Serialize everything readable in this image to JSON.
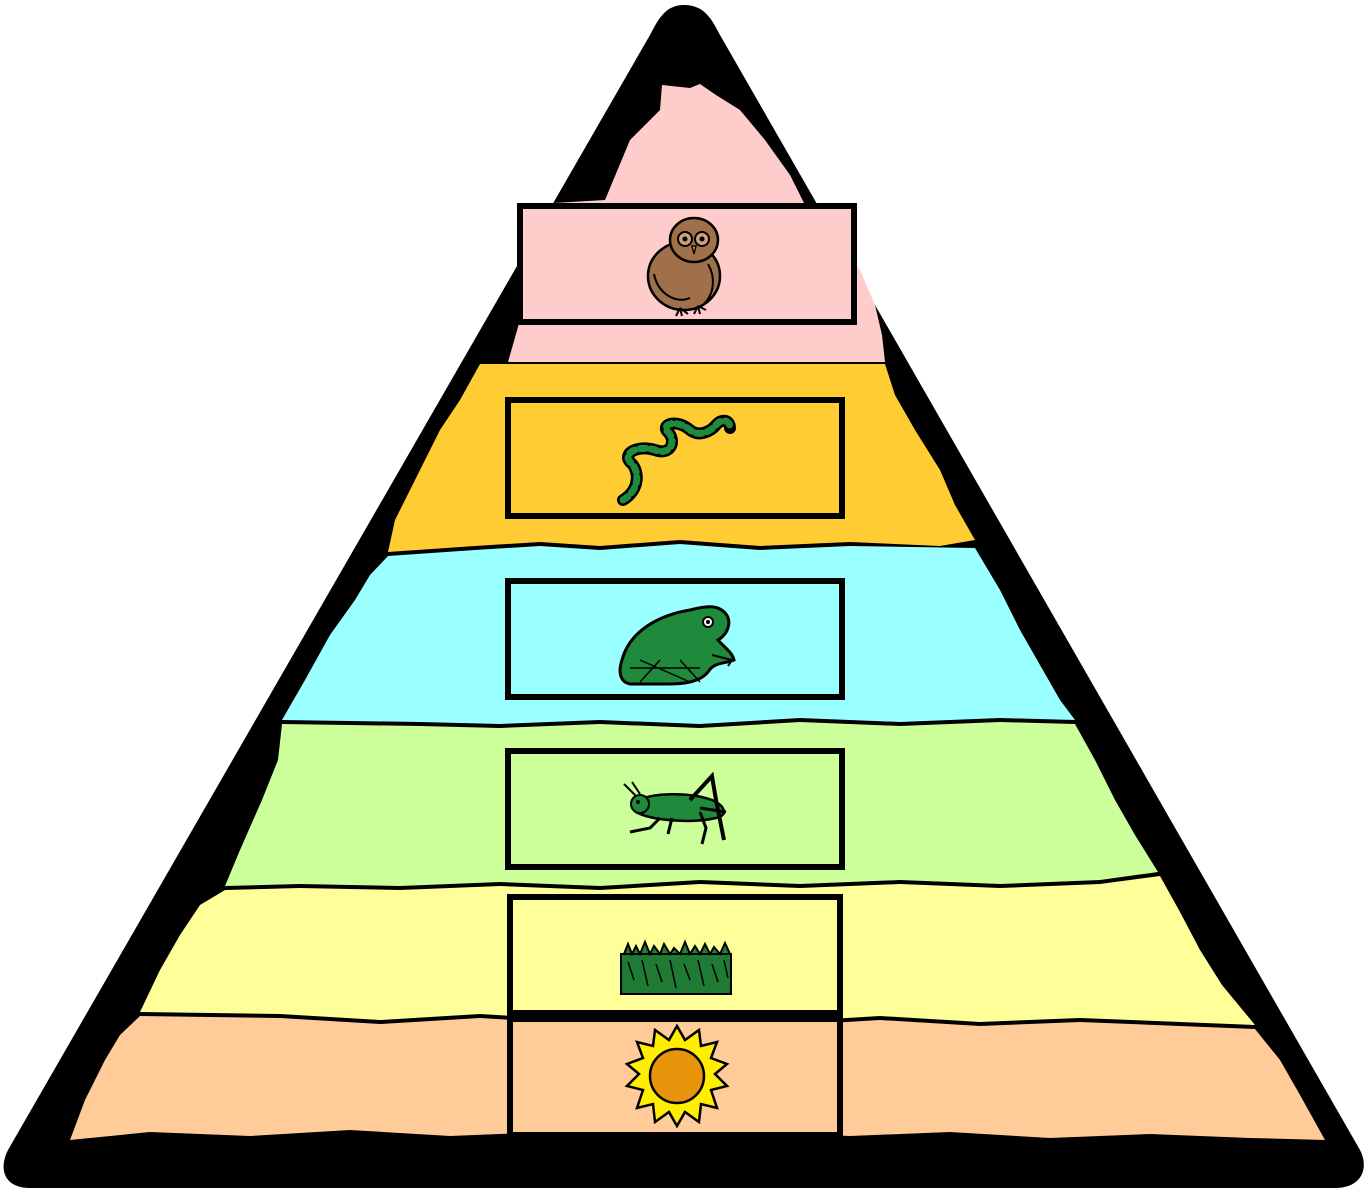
{
  "diagram": {
    "type": "energy-pyramid",
    "levels": [
      {
        "id": "tertiary-consumer",
        "icon": "owl-icon",
        "color": "#ffcccc"
      },
      {
        "id": "secondary-consumer",
        "icon": "snake-icon",
        "color": "#ffcc33"
      },
      {
        "id": "primary-consumer-2",
        "icon": "frog-icon",
        "color": "#99ffff"
      },
      {
        "id": "primary-consumer",
        "icon": "grasshopper-icon",
        "color": "#ccff99"
      },
      {
        "id": "producer",
        "icon": "grass-icon",
        "color": "#ffff99"
      },
      {
        "id": "energy-source",
        "icon": "sun-icon",
        "color": "#ffcc99"
      }
    ],
    "outline_color": "#000000",
    "icon_colors": {
      "owl": "#a0704a",
      "snake": "#1f8a3c",
      "frog": "#1f8a3c",
      "grasshopper": "#1f8a3c",
      "grass": "#1f7a33",
      "sun_core": "#e8940a",
      "sun_rays": "#ffee00"
    }
  }
}
